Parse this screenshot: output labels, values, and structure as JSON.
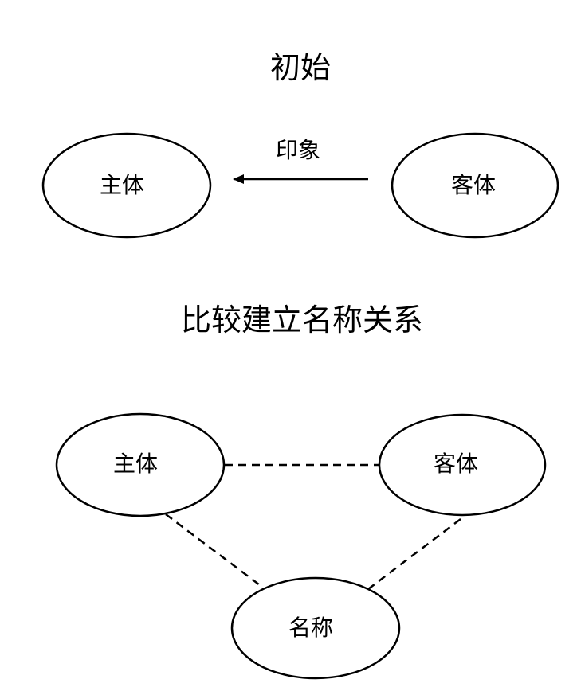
{
  "section_initial": {
    "title": "初始",
    "subject_label": "主体",
    "object_label": "客体",
    "arrow_label": "印象"
  },
  "section_compare": {
    "title": "比较建立名称关系",
    "subject_label": "主体",
    "object_label": "客体",
    "name_label": "名称"
  }
}
